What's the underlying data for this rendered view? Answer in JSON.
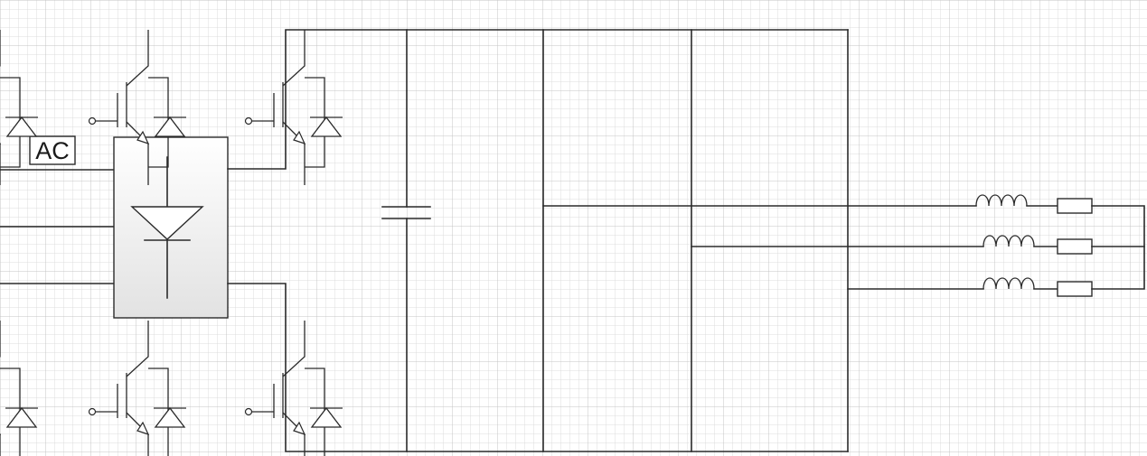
{
  "source_label": "AC",
  "colors": {
    "grid_minor": "#dcdcdc",
    "grid_major": "#c4c4c4",
    "wire": "#2a2a2a",
    "rectifier_fill_top": "#ffffff",
    "rectifier_fill_bottom": "#e2e2e2"
  },
  "components": {
    "rectifier": "three-phase-diode-rectifier",
    "capacitor": "dc-link-capacitor",
    "switches": "igbt-with-antiparallel-diode",
    "switch_count": 6,
    "inductor_count": 3,
    "resistor_count": 3
  }
}
